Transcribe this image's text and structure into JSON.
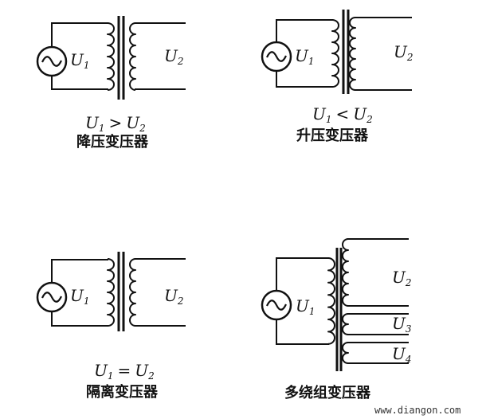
{
  "diagrams": {
    "stepdown": {
      "primary": "U",
      "primary_sub": "1",
      "secondary": "U",
      "secondary_sub": "2",
      "relation_a": "U",
      "relation_a_sub": "1",
      "relation_op": ">",
      "relation_b": "U",
      "relation_b_sub": "2",
      "caption": "降压变压器"
    },
    "stepup": {
      "primary": "U",
      "primary_sub": "1",
      "secondary": "U",
      "secondary_sub": "2",
      "relation_a": "U",
      "relation_a_sub": "1",
      "relation_op": "<",
      "relation_b": "U",
      "relation_b_sub": "2",
      "caption": "升压变压器"
    },
    "isolation": {
      "primary": "U",
      "primary_sub": "1",
      "secondary": "U",
      "secondary_sub": "2",
      "relation_a": "U",
      "relation_a_sub": "1",
      "relation_op": "=",
      "relation_b": "U",
      "relation_b_sub": "2",
      "caption": "隔离变压器"
    },
    "multiwinding": {
      "primary": "U",
      "primary_sub": "1",
      "out1": "U",
      "out1_sub": "2",
      "out2": "U",
      "out2_sub": "3",
      "out3": "U",
      "out3_sub": "4",
      "caption": "多绕组变压器"
    }
  },
  "watermark": "www.diangon.com"
}
